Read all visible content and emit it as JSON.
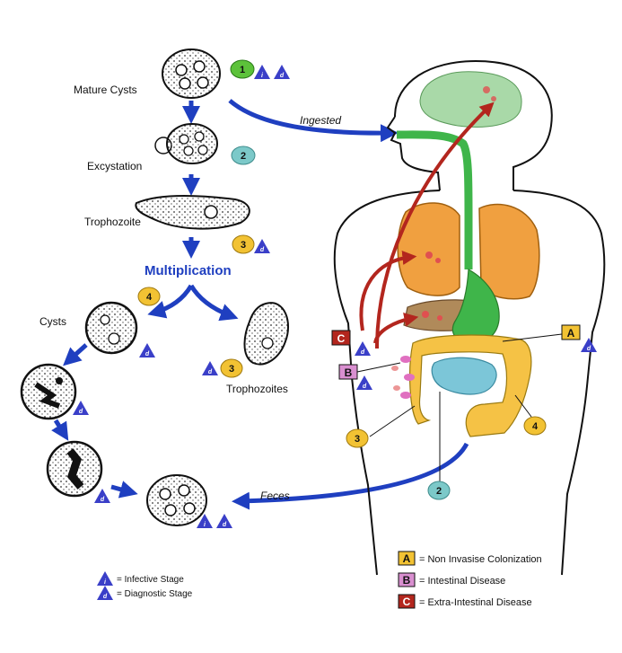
{
  "labels": {
    "mature_cysts": "Mature Cysts",
    "excystation": "Excystation",
    "trophozoite": "Trophozoite",
    "multiplication": "Multiplication",
    "cysts": "Cysts",
    "trophozoites": "Trophozoites",
    "ingested": "Ingested",
    "feces": "Feces"
  },
  "stages": {
    "s1": "1",
    "s2": "2",
    "s3": "3",
    "s4": "4"
  },
  "markers": {
    "infective": "i",
    "diagnostic": "d"
  },
  "boxes": {
    "a": "A",
    "b": "B",
    "c": "C"
  },
  "legend": {
    "infective_stage": "= Infective Stage",
    "diagnostic_stage": "= Diagnostic Stage",
    "a_text": "= Non Invasise Colonization",
    "b_text": "= Intestinal Disease",
    "c_text": "= Extra-Intestinal Disease"
  },
  "colors": {
    "blue_arrow": "#1f3fc0",
    "red_arrow": "#b3261e",
    "stage1": "#5cc23a",
    "stage2": "#7cc9c9",
    "stage34": "#f2c233",
    "lung": "#f0a040",
    "brain": "#a9d9a8",
    "gut_green": "#3fb54a",
    "large_intestine": "#f5c245",
    "small_intestine": "#7cc6d8",
    "box_a": "#f2c233",
    "box_b": "#d98fd0",
    "box_c": "#b3261e",
    "triangle": "#3a3fc8"
  }
}
